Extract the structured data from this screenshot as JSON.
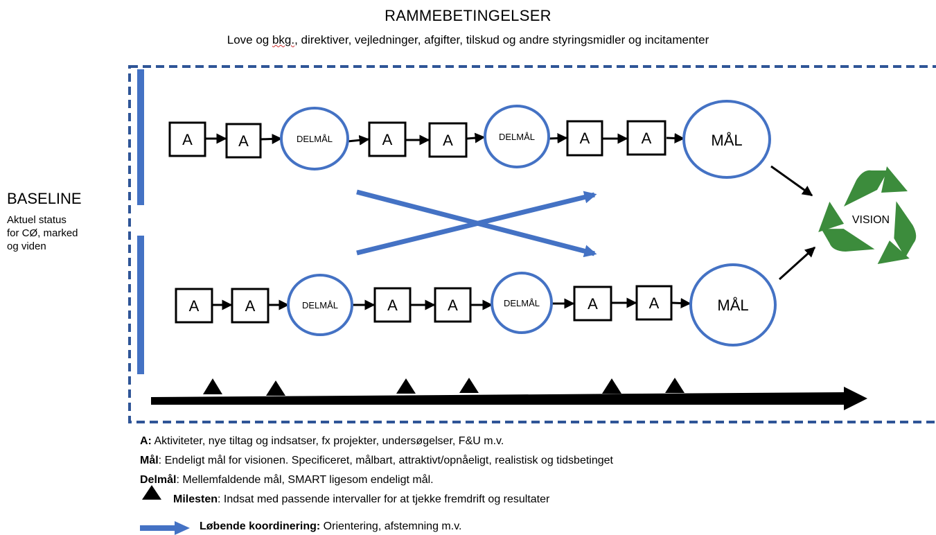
{
  "header": {
    "title": "RAMMEBETINGELSER",
    "subtitle_pre": "Love og ",
    "subtitle_marked": "bkg.",
    "subtitle_post": ", direktiver, vejledninger, afgifter, tilskud og andre styringsmidler og incitamenter"
  },
  "baseline": {
    "title": "BASELINE",
    "lines": [
      "Aktuel status",
      "for CØ, marked",
      "og viden"
    ]
  },
  "flow": {
    "activity_label": "A",
    "submilestone_label": "DELMÅL",
    "goal_label": "MÅL",
    "vision_label": "VISION"
  },
  "legend": {
    "a_term": "A:",
    "a_text": " Aktiviteter, nye tiltag og indsatser, fx projekter, undersøgelser, F&U m.v.",
    "mal_term": "Mål",
    "mal_text": ": Endeligt mål for visionen. Specificeret, målbart, attraktivt/opnåeligt, realistisk og tidsbetinget",
    "delmal_term": "Delmål",
    "delmal_text": ": Mellemfaldende mål, SMART ligesom endeligt mål.",
    "milesten_term": "Milesten",
    "milesten_text": ": Indsat med passende intervaller for at tjekke fremdrift og resultater",
    "koord_term": "Løbende koordinering:",
    "koord_text": " Orientering, afstemning m.v."
  },
  "colors": {
    "accent_blue": "#4472c4",
    "frame_blue": "#2f5597",
    "recycle_green": "#3c8c3c",
    "ink": "#000000"
  },
  "icons": {
    "vision": "recycle-icon",
    "milestone": "triangle-icon",
    "coordination": "blue-arrow-icon"
  }
}
